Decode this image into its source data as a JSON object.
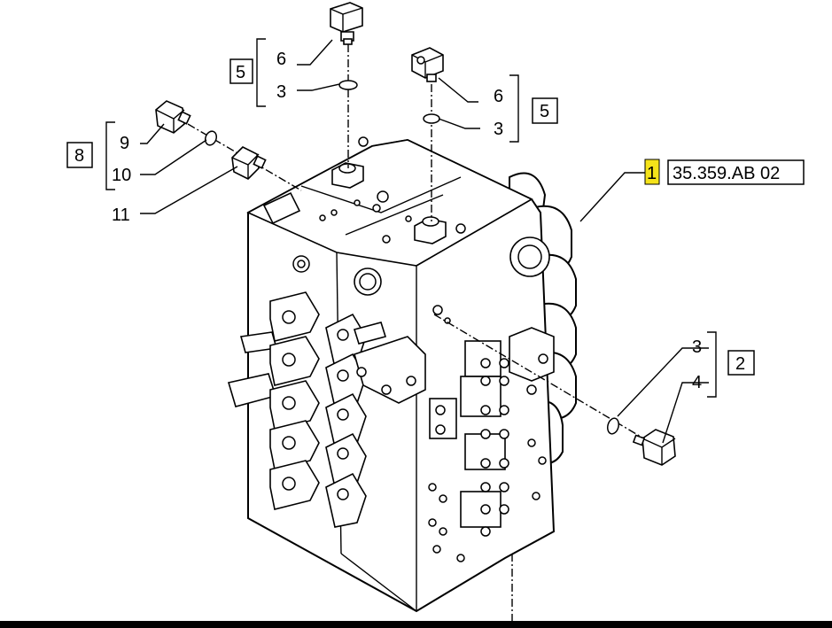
{
  "diagram": {
    "reference": {
      "item": "1",
      "code": "35.359.AB 02",
      "highlight_color": "#f5e31a"
    },
    "groups": [
      {
        "label": "5",
        "members": [
          "6",
          "3"
        ],
        "position": "top-left"
      },
      {
        "label": "5",
        "members": [
          "6",
          "3"
        ],
        "position": "top-right"
      },
      {
        "label": "8",
        "members": [
          "9",
          "10"
        ],
        "position": "left"
      },
      {
        "label": "2",
        "members": [
          "3",
          "4"
        ],
        "position": "right"
      }
    ],
    "callouts": {
      "c6a": "6",
      "c3a": "3",
      "c6b": "6",
      "c3b": "3",
      "c9": "9",
      "c10": "10",
      "c11": "11",
      "c3c": "3",
      "c4": "4"
    }
  }
}
